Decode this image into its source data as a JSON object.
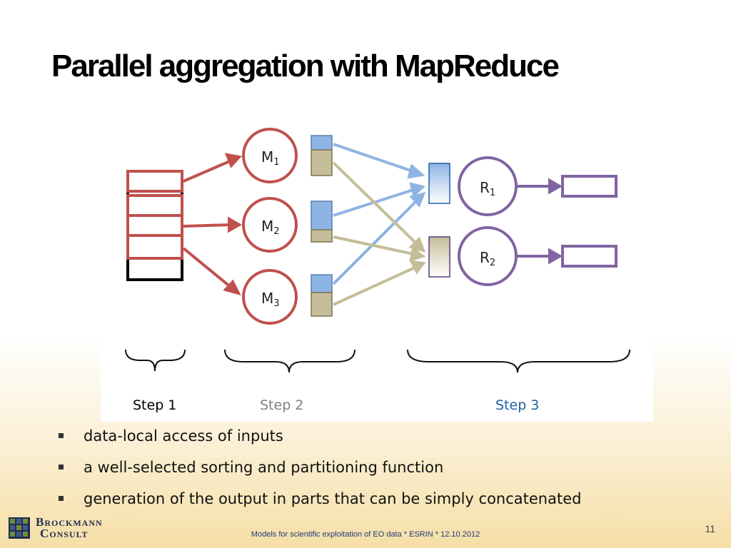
{
  "slide": {
    "title": "Parallel aggregation with MapReduce",
    "bullets": [
      "data-local access of inputs",
      "a well-selected sorting and partitioning function",
      "generation of the output in parts that can be simply concatenated"
    ],
    "footer": "Models for scientific exploitation of EO data * ESRIN * 12.10.2012",
    "page_number": "11",
    "logo": {
      "line1": "Brockmann",
      "line2": "Consult"
    }
  },
  "diagram": {
    "mappers": [
      {
        "letter": "M",
        "sub": "1"
      },
      {
        "letter": "M",
        "sub": "2"
      },
      {
        "letter": "M",
        "sub": "3"
      }
    ],
    "reducers": [
      {
        "letter": "R",
        "sub": "1"
      },
      {
        "letter": "R",
        "sub": "2"
      }
    ],
    "steps": [
      "Step 1",
      "Step 2",
      "Step 3"
    ],
    "colors": {
      "map": "#c0504d",
      "reduce": "#8064a2",
      "blue_partition": "#8eb4e3",
      "tan_partition": "#c4bd97",
      "step1": "#000000",
      "step2": "#7f7f7f",
      "step3": "#1f5fa8"
    }
  }
}
